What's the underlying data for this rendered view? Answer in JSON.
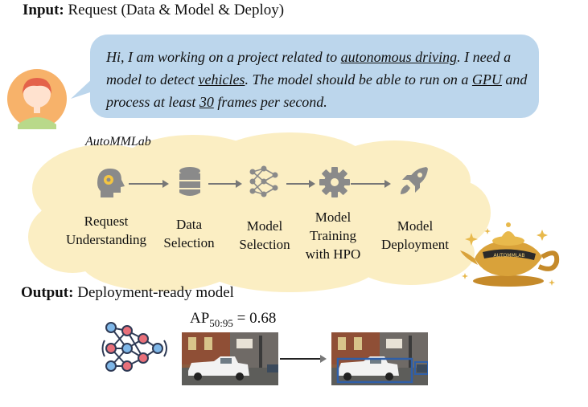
{
  "input_heading": {
    "bold": "Input:",
    "rest": " Request (Data & Model & Deploy)"
  },
  "request": {
    "t1": "Hi, I am working on a project related to ",
    "u1": "autonomous driving",
    "t2": ". I need a model to detect ",
    "u2": "vehicles",
    "t3": ". The model should be able to run on a ",
    "u3": "GPU",
    "t4": " and process at least ",
    "u4": "30",
    "t5": " frames per second."
  },
  "pipeline": {
    "name": "AutoMMLab",
    "steps": [
      {
        "icon": "brain-gear-icon",
        "line1": "Request",
        "line2": "Understanding",
        "line3": ""
      },
      {
        "icon": "database-icon",
        "line1": "Data",
        "line2": "Selection",
        "line3": ""
      },
      {
        "icon": "neural-network-icon",
        "line1": "Model",
        "line2": "Selection",
        "line3": ""
      },
      {
        "icon": "gear-icon",
        "line1": "Model",
        "line2": "Training",
        "line3": "with HPO"
      },
      {
        "icon": "rocket-icon",
        "line1": "Model",
        "line2": "Deployment",
        "line3": ""
      }
    ]
  },
  "output_heading": {
    "bold": "Output:",
    "rest": " Deployment-ready model"
  },
  "metric": {
    "name": "AP",
    "subscript": "50:95",
    "value": "= 0.68"
  },
  "lamp_label": "AUTOMMLAB",
  "colors": {
    "bubble": "#bcd6ec",
    "cloud": "#fbeec3",
    "icon_gray": "#8a8a8a",
    "box_blue": "#2f5fa8"
  }
}
